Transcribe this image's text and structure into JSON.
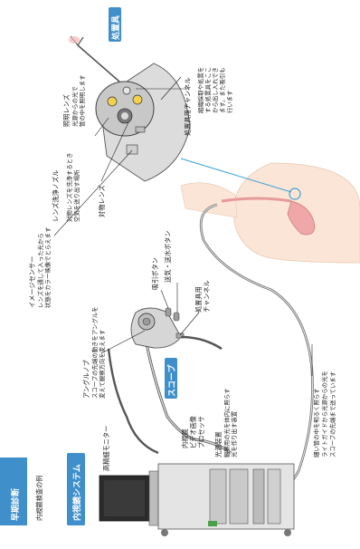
{
  "colors": {
    "accent": "#3f8fcb",
    "device_body": "#cfcfcf",
    "device_outline": "#555555",
    "patient_skin": "#fbe5d6",
    "organ": "#f0a7a7",
    "pointer_line": "#3aa3d6",
    "light_yellow": "#f3d14d"
  },
  "header": {
    "title": "早期診断",
    "subtitle": "内視鏡検査の例"
  },
  "system_tag": "内視鏡システム",
  "scope_tag": "スコープ",
  "tool_tag": "処置具",
  "labels": {
    "monitor": "高精細モニター",
    "video_processor": [
      "内視鏡",
      "ビデオ画像",
      "プロセッサ"
    ],
    "light_source": [
      "光源装置",
      "観察用の光を体内に照らす",
      "光を作り出す装置"
    ],
    "angle_knob": [
      "アングルノブ",
      "スコープの先端の動きをアングルを",
      "変えて観察方向を変えます"
    ],
    "suction_button": "吸引ボタン",
    "air_water_button": "送気・送水ボタン",
    "forceps_channel_1": [
      "処置具用",
      "チャンネル"
    ],
    "image_sensor": [
      "イメージセンサー",
      "レンズを通して入った光から",
      "状態をカラー映像でとらえます"
    ],
    "objective_lens": "対物レンズ",
    "nozzle": [
      "レンズ洗浄ノズル",
      "対物レンズを洗浄するとき",
      "空気を送り出す場所"
    ],
    "illumination_lens": [
      "照明レンズ",
      "光源からの光で",
      "管の中を照明します"
    ],
    "forceps_channel_2": [
      "処置具用チャンネル"
    ],
    "forceps_description": [
      "組織採取や処置を",
      "する処置具をここ",
      "から出し入れでき",
      "ます。また吸引も",
      "行います"
    ],
    "light_guide": [
      "細い管の中を明るく照らす",
      "ライトガイドから光源からの光を",
      "スコープの先端まで送っています"
    ]
  }
}
